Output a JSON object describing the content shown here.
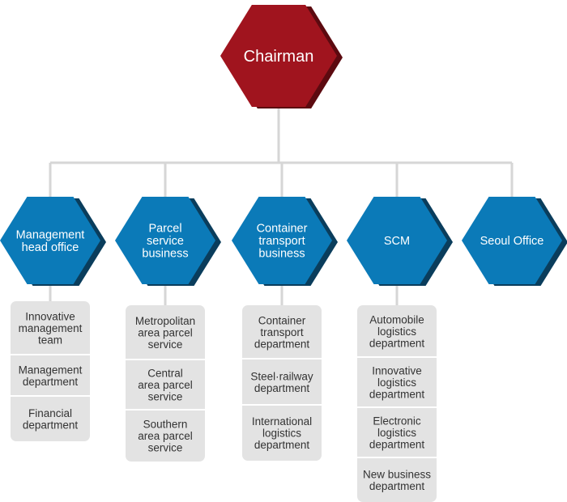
{
  "root": {
    "title": "Chairman",
    "color": "#a0141e"
  },
  "divisions": [
    {
      "title_lines": [
        "Management",
        "head office"
      ],
      "departments": [
        [
          "Innovative",
          "management",
          "team"
        ],
        [
          "Management",
          "department"
        ],
        [
          "Financial",
          "department"
        ]
      ]
    },
    {
      "title_lines": [
        "Parcel",
        "service",
        "business"
      ],
      "departments": [
        [
          "Metropolitan",
          "area parcel",
          "service"
        ],
        [
          "Central",
          "area parcel",
          "service"
        ],
        [
          "Southern",
          "area parcel",
          "service"
        ]
      ]
    },
    {
      "title_lines": [
        "Container",
        "transport",
        "business"
      ],
      "departments": [
        [
          "Container",
          "transport",
          "department"
        ],
        [
          "Steel·railway",
          "department"
        ],
        [
          "International",
          "logistics",
          "department"
        ]
      ]
    },
    {
      "title_lines": [
        "SCM"
      ],
      "departments": [
        [
          "Automobile",
          "logistics",
          "department"
        ],
        [
          "Innovative",
          "logistics",
          "department"
        ],
        [
          "Electronic",
          "logistics",
          "department"
        ],
        [
          "New business",
          "department"
        ]
      ]
    },
    {
      "title_lines": [
        "Seoul Office"
      ],
      "departments": []
    }
  ],
  "colors": {
    "division": "#0b7ab8",
    "division_shadow": "#0a3d5c",
    "root_shadow": "#5c0a10",
    "connector": "#d6d6d6",
    "department_box": "#e3e3e3",
    "department_divider": "#ffffff",
    "department_text": "#333333"
  }
}
